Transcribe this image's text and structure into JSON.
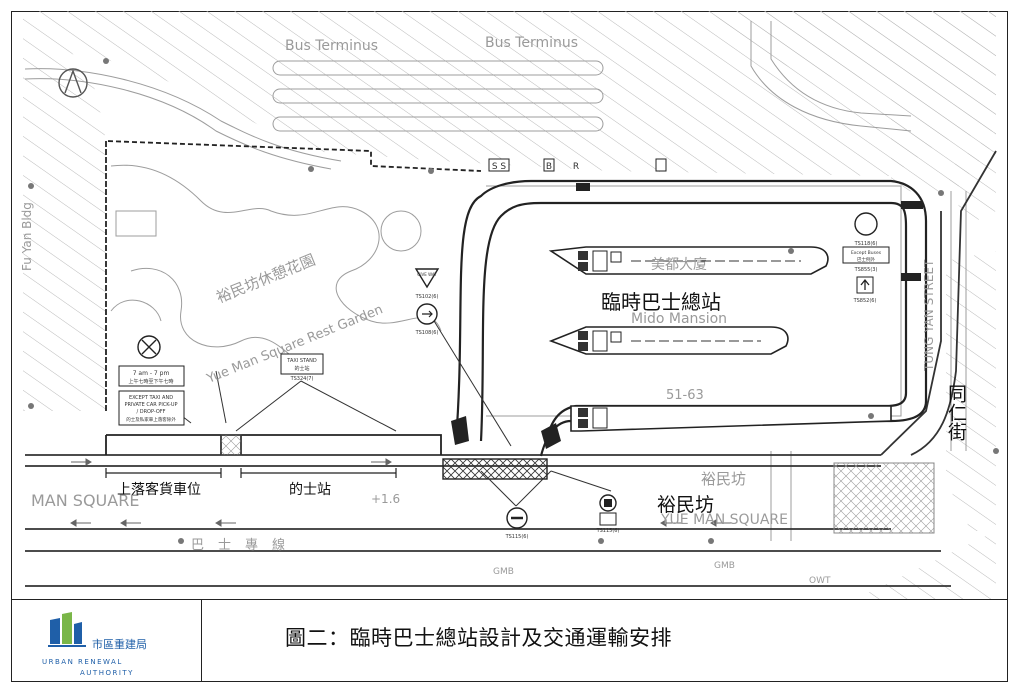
{
  "diagram": {
    "annotations": {
      "terminus": "臨時巴士總站",
      "pickup_dropoff": "上落客貨車位",
      "taxi_stand": "的士站",
      "yue_man_fong": "裕民坊",
      "tung_yan_street": "同仁街"
    },
    "plan_labels": {
      "bus_terminus_1": "Bus Terminus",
      "bus_terminus_2": "Bus Terminus",
      "rest_garden_cn": "裕民坊休憩花園",
      "rest_garden_en": "Yue Man Square Rest Garden",
      "mido_cn": "美都大廈",
      "mido_en": "Mido Mansion",
      "mido_no": "51-63",
      "yue_man_square_left": "MAN SQUARE",
      "yue_man_square_cn": "裕民坊",
      "yue_man_square_en": "YUE MAN SQUARE",
      "tung_yan_en": "TUNG YAN STREET",
      "fu_yan_bldg": "Fu Yan Bldg"
    },
    "signs": {
      "hours_line1": "7 am - 7 pm",
      "hours_line2": "上午七時至下午七時",
      "except_taxi_1": "EXCEPT TAXI AND",
      "except_taxi_2": "PRIVATE CAR PICK-UP",
      "except_taxi_3": "/ DROP-OFF",
      "except_taxi_4": "的士及私家車上落客除外",
      "taxi_stand_en": "TAXI STAND",
      "taxi_stand_cn": "的士站",
      "except_buses_en": "Except Buses",
      "except_buses_cn": "巴士例外",
      "give_way": "GIVE WAY",
      "bus_stop_sign": "S S",
      "bus_marker_b": "B",
      "bus_marker_r": "R"
    },
    "sign_codes": {
      "ts_hours": "TS324(7)",
      "ts_give_way": "TS102(6)",
      "ts_roundabout": "TS108(6)",
      "ts_except_buses": "TS855(3)",
      "ts_arrow": "TS852(6)",
      "ts_no_entry": "TS115(6)",
      "ts_bottom_right": "TS115(6)",
      "ts_bus": "TS118(6)"
    },
    "road_markings": {
      "dim_1": "+1.6",
      "gmb_1": "GMB",
      "gmb_2": "GMB",
      "owt": "OWT",
      "bus_only": "巴士專線"
    }
  },
  "footer": {
    "caption": "圖二：臨時巴士總站設計及交通運輸安排",
    "logo_text_cn": "市區重建局",
    "logo_text_en_1": "URBAN RENEWAL",
    "logo_text_en_2": "AUTHORITY"
  },
  "colors": {
    "linework": "#3a3a3a",
    "hatch": "#b5b5b5",
    "faint": "#9a9a9a",
    "logo_blue": "#1f5fa8",
    "logo_green": "#7ab648"
  }
}
